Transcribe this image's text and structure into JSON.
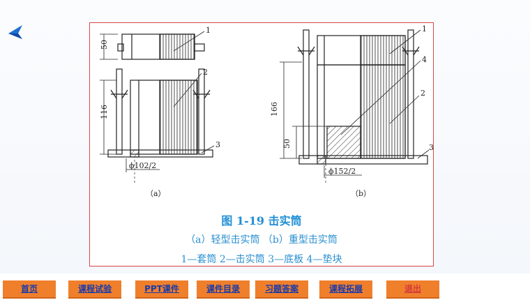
{
  "navigation": {
    "back_icon": "back-arrow-icon",
    "buttons": [
      {
        "label": "首页"
      },
      {
        "label": "课程试验"
      },
      {
        "label": "PPT课件"
      },
      {
        "label": "课件目录"
      },
      {
        "label": "习题答案"
      },
      {
        "label": "课程拓展"
      },
      {
        "label": "退出"
      }
    ]
  },
  "figure": {
    "title": "图 1-19    击实筒",
    "subtitle": "（a）轻型击实筒    （b）重型击实筒",
    "legend": "1—套筒    2—击实筒    3—底板    4—垫块",
    "drawing_a": {
      "dim_top": "50",
      "dim_height": "116",
      "dim_dia": "ϕ102/2",
      "label": "（a）",
      "callouts": [
        "1",
        "2",
        "3"
      ]
    },
    "drawing_b": {
      "dim_height": "166",
      "dim_block": "50",
      "dim_dia": "ϕ152/2",
      "label": "（b）",
      "callouts": [
        "1",
        "4",
        "2",
        "3"
      ]
    }
  },
  "colors": {
    "accent": "#1f8fd6",
    "frame_border": "#d94545",
    "nav_bg": "#f07f2c",
    "nav_text": "#1a3aa8",
    "exit_text": "#d33a3a"
  }
}
